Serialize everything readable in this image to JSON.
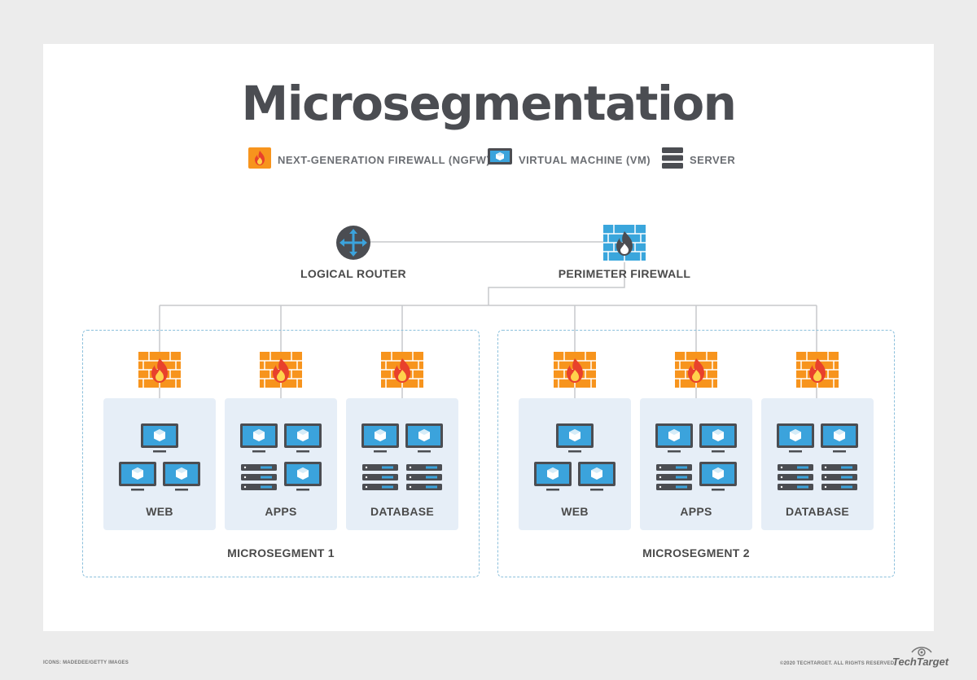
{
  "title": "Microsegmentation",
  "legend": [
    {
      "icon": "flame-firewall-icon",
      "label": "NEXT-GENERATION FIREWALL (NGFW)"
    },
    {
      "icon": "virtual-machine-icon",
      "label": "VIRTUAL MACHINE (VM)"
    },
    {
      "icon": "server-icon",
      "label": "SERVER"
    }
  ],
  "top_nodes": {
    "router_label": "LOGICAL ROUTER",
    "firewall_label": "PERIMETER FIREWALL"
  },
  "segments": [
    {
      "label": "MICROSEGMENT 1",
      "boxes": [
        {
          "label": "WEB",
          "contents": [
            "vm",
            "vm",
            "vm"
          ]
        },
        {
          "label": "APPS",
          "contents": [
            "vm",
            "vm",
            "server",
            "vm"
          ]
        },
        {
          "label": "DATABASE",
          "contents": [
            "vm",
            "vm",
            "server",
            "server"
          ]
        }
      ]
    },
    {
      "label": "MICROSEGMENT 2",
      "boxes": [
        {
          "label": "WEB",
          "contents": [
            "vm",
            "vm",
            "vm"
          ]
        },
        {
          "label": "APPS",
          "contents": [
            "vm",
            "vm",
            "server",
            "vm"
          ]
        },
        {
          "label": "DATABASE",
          "contents": [
            "vm",
            "vm",
            "server",
            "server"
          ]
        }
      ]
    }
  ],
  "footer": {
    "credit": "ICONS: MADEDEE/GETTY IMAGES",
    "copyright": "©2020 TECHTARGET. ALL RIGHTS RESERVED",
    "brand": "TechTarget"
  },
  "colors": {
    "ngfw_orange": "#f7941d",
    "firewall_blue": "#3aa6dc",
    "vm_blue": "#3ba3dc",
    "dark_gray": "#4b4d52",
    "box_bg": "#e6eef7",
    "dashed_border": "#8cc0dc"
  }
}
